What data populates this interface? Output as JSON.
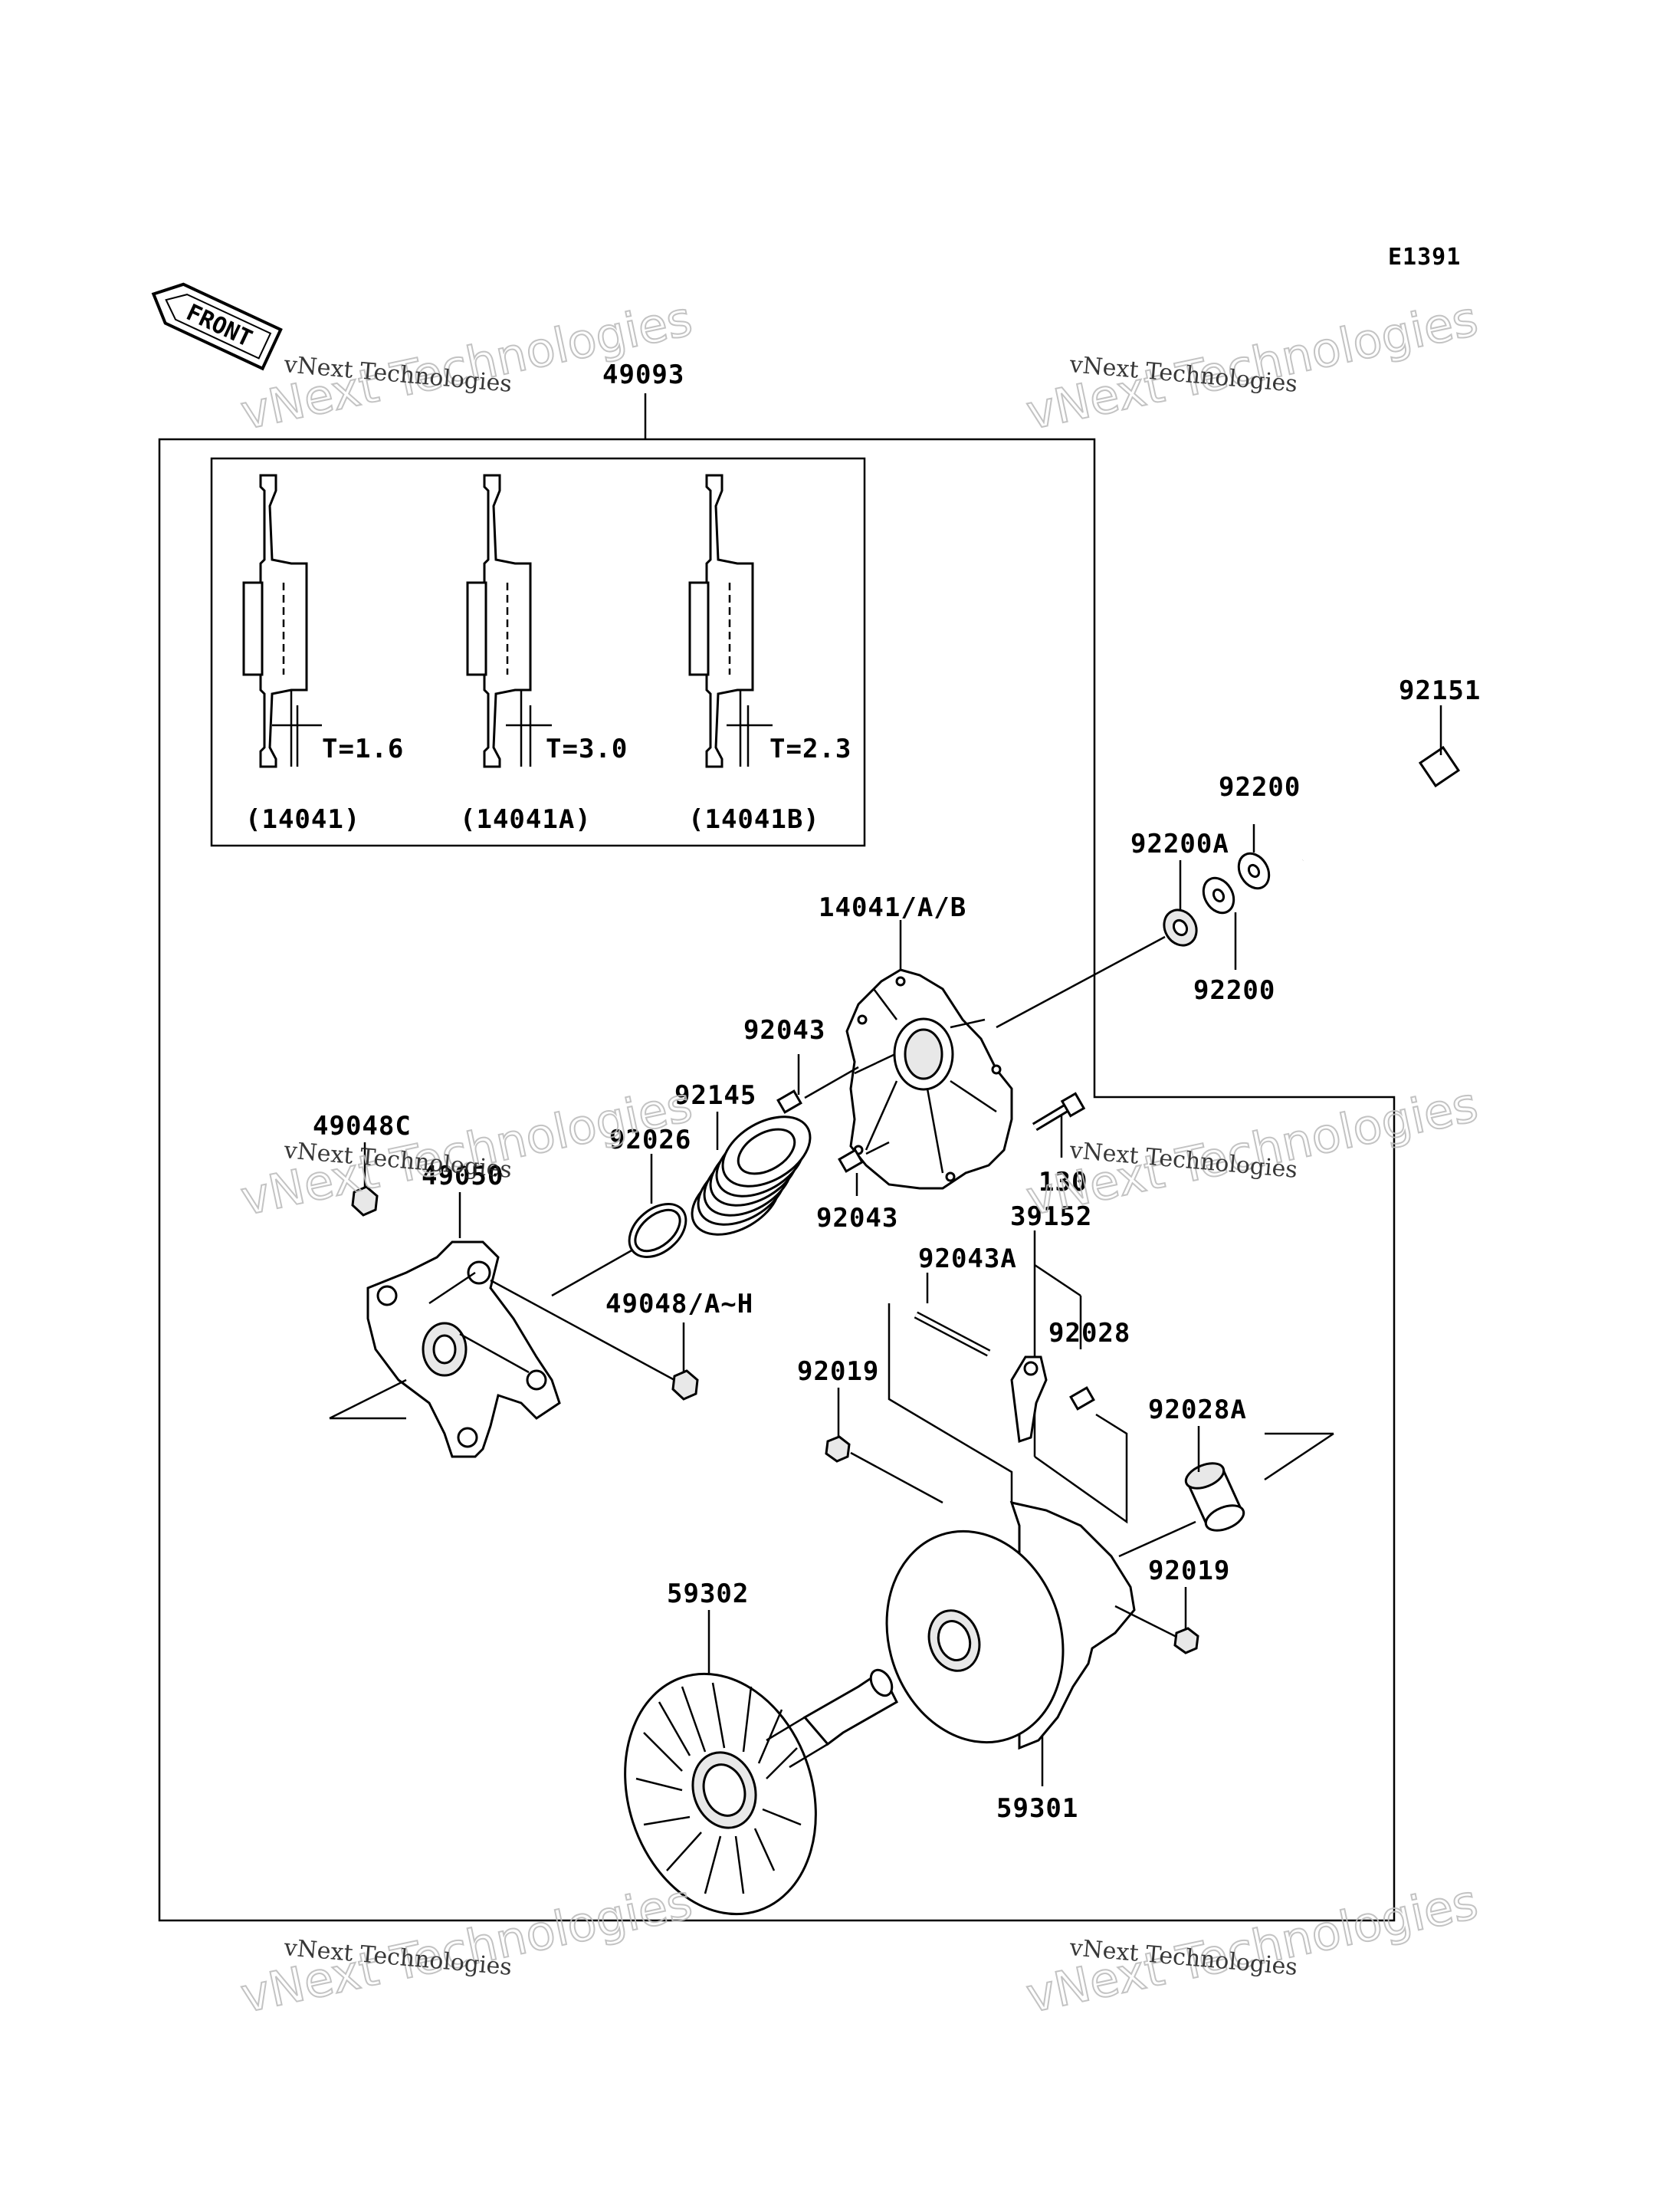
{
  "diagram_code": "E1391",
  "front_label": "FRONT",
  "watermark": {
    "big": "vNext Technologies",
    "small": "vNext Technologies"
  },
  "inset": {
    "items": [
      {
        "thickness": "T=1.6",
        "code": "(14041)"
      },
      {
        "thickness": "T=3.0",
        "code": "(14041A)"
      },
      {
        "thickness": "T=2.3",
        "code": "(14041B)"
      }
    ]
  },
  "parts": {
    "p49093": "49093",
    "p92151": "92151",
    "p92200_top": "92200",
    "p92200a": "92200A",
    "p92200_bot": "92200",
    "p14041ab": "14041/A/B",
    "p92043_top": "92043",
    "p92145": "92145",
    "p92026": "92026",
    "p49048c": "49048C",
    "p49050": "49050",
    "p130": "130",
    "p92043_bot": "92043",
    "p39152": "39152",
    "p92043a": "92043A",
    "p49048ah": "49048/A~H",
    "p92028": "92028",
    "p92019_left": "92019",
    "p92028a": "92028A",
    "p92019_right": "92019",
    "p59302": "59302",
    "p59301": "59301"
  }
}
